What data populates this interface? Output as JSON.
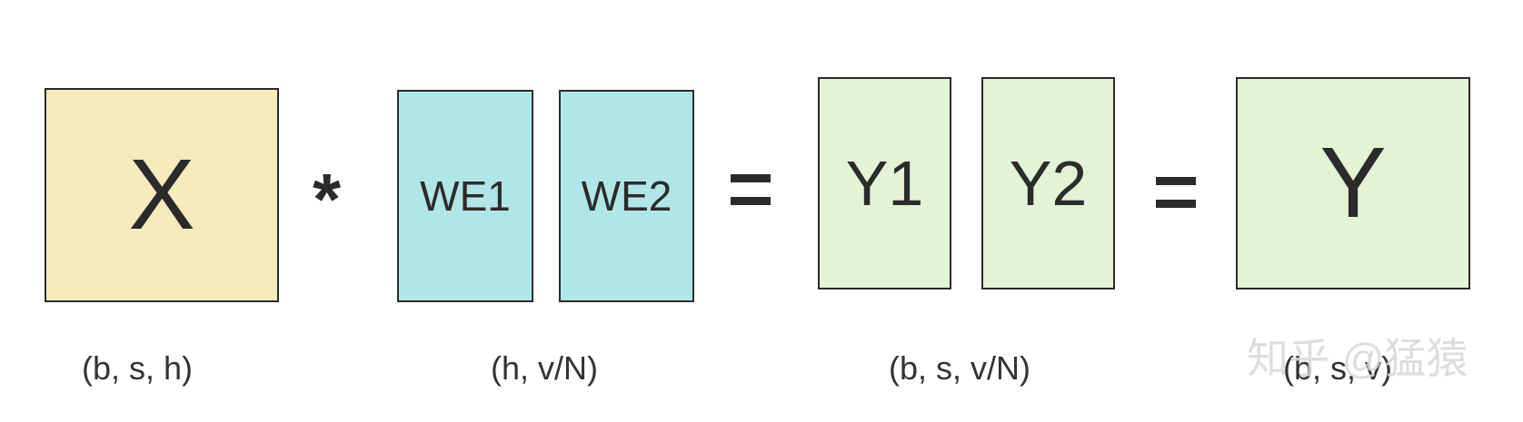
{
  "boxes": {
    "x": {
      "label": "X",
      "color": "#f6ebbd"
    },
    "we1": {
      "label": "WE1",
      "color": "#b1e6e8"
    },
    "we2": {
      "label": "WE2",
      "color": "#b1e6e8"
    },
    "y1": {
      "label": "Y1",
      "color": "#e2f3d6"
    },
    "y2": {
      "label": "Y2",
      "color": "#e2f3d6"
    },
    "y": {
      "label": "Y",
      "color": "#e2f3d6"
    }
  },
  "operators": {
    "multiply": "*"
  },
  "dimensions": {
    "x": "(b, s, h)",
    "we": "(h, v/N)",
    "y_parts": "(b, s, v/N)",
    "y": "(b, s, v)"
  },
  "watermark": "知乎 @猛猿"
}
